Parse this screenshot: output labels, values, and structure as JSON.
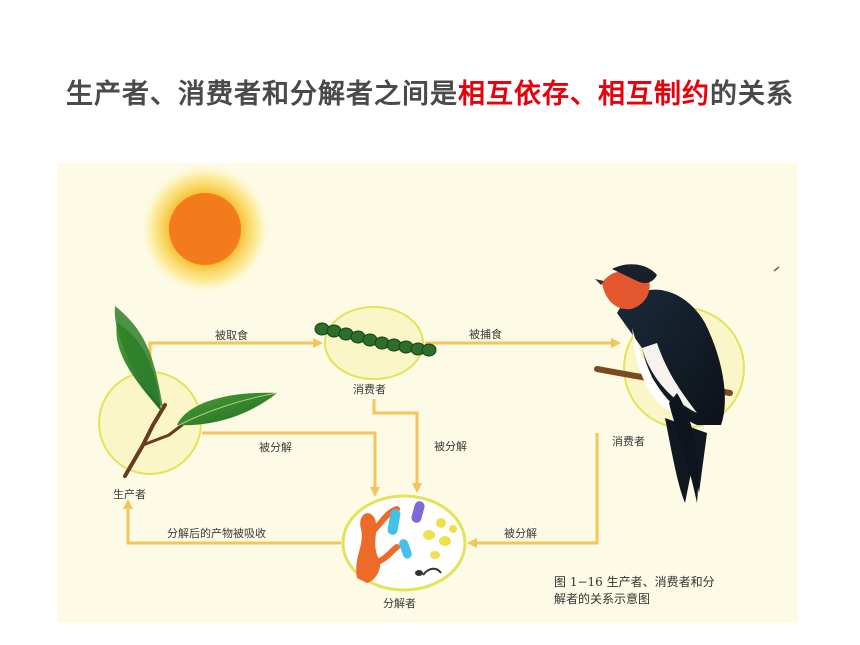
{
  "headline": {
    "part1": "生产者、消费者和分解者之间是",
    "highlight1": "相互依存",
    "sep": "、",
    "highlight2": "相互制约",
    "part2": "的关系"
  },
  "colors": {
    "highlight": "#e8000b",
    "arrow": "#f3c55a",
    "circle_stroke": "#e3e35a",
    "panel_bg": "#fdfbe6"
  },
  "nodes": {
    "producer": "生产者",
    "consumer1": "消费者",
    "consumer2": "消费者",
    "decomposer": "分解者"
  },
  "edges": {
    "eaten": "被取食",
    "caught": "被捕食",
    "decomposed_from_producer": "被分解",
    "decomposed_from_consumer1": "被分解",
    "decomposed_from_consumer2": "被分解",
    "absorbed": "分解后的产物被吸收"
  },
  "caption": {
    "line1": "图 1−16  生产者、消费者和分",
    "line2": "解者的关系示意图"
  },
  "illustrations": [
    "sun",
    "leafy-twig",
    "green-caterpillar",
    "swallow",
    "bacteria-fungi"
  ]
}
